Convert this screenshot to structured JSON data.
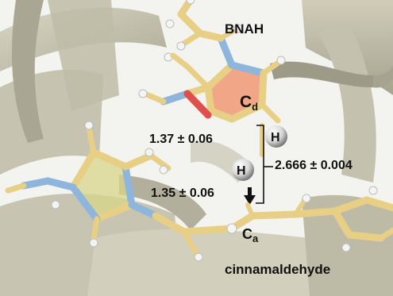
{
  "labels": {
    "donor": "BNAH",
    "acceptor": "cinnamaldehyde",
    "carbon_d": "C",
    "carbon_d_sub": "d",
    "carbon_a": "C",
    "carbon_a_sub": "a",
    "hydrogen_1": "H",
    "hydrogen_2": "H"
  },
  "measurements": {
    "cd_h_distance": "1.37 ± 0.06",
    "h_ca_distance": "1.35 ± 0.06",
    "h_h_distance": "2.666 ± 0.004"
  },
  "colors": {
    "protein_ribbon": "#c9c7b3",
    "carbon": "#e8cf86",
    "nitrogen": "#8eb6dc",
    "oxygen": "#e0504a",
    "hydrogen": "#f4f4f4",
    "ring_bnah": "#f08c66",
    "ring_imidazole": "#d8d58a"
  }
}
